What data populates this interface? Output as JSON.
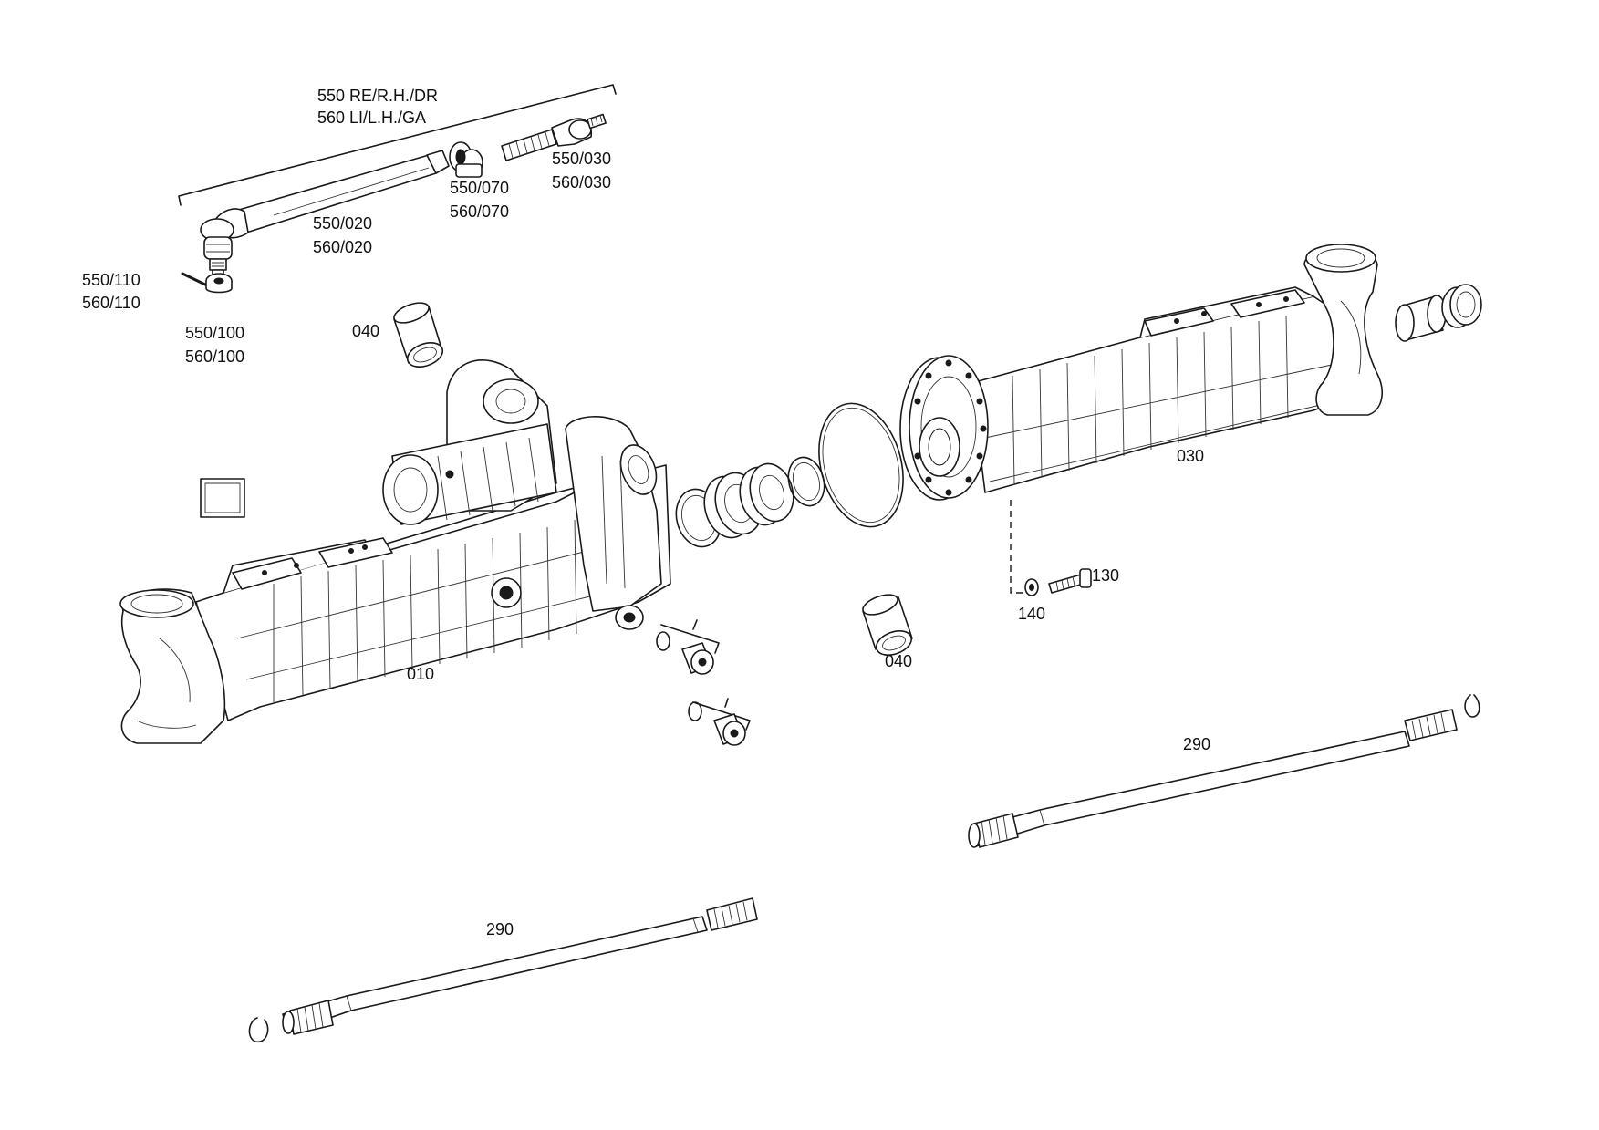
{
  "labels": {
    "tie_rod_right": "550 RE/R.H./DR",
    "tie_rod_left": "560 LI/L.H./GA",
    "p550_030": "550/030",
    "p560_030": "560/030",
    "p550_070": "550/070",
    "p560_070": "560/070",
    "p550_020": "550/020",
    "p560_020": "560/020",
    "p550_110": "550/110",
    "p560_110": "560/110",
    "p550_100": "550/100",
    "p560_100": "560/100",
    "p040_top": "040",
    "p040_bottom": "040",
    "p030": "030",
    "p010": "010",
    "p130": "130",
    "p140": "140",
    "p290_right": "290",
    "p290_left": "290"
  }
}
